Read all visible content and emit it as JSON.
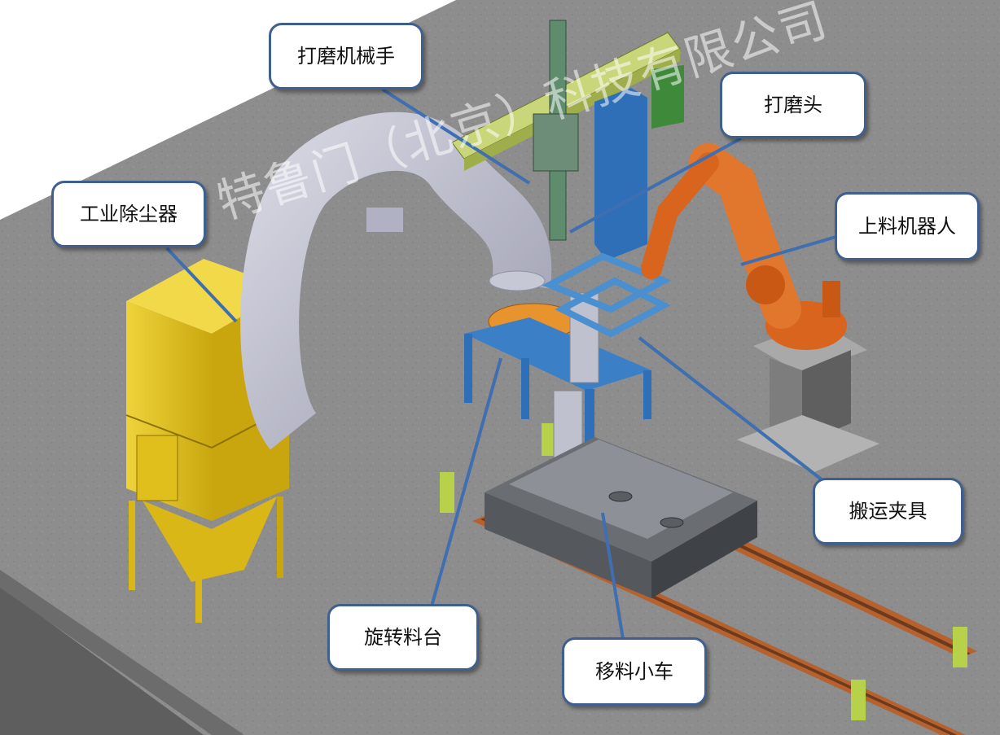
{
  "labels": {
    "grinding_arm": "打磨机械手",
    "grinding_head": "打磨头",
    "dust_collector": "工业除尘器",
    "loading_robot": "上料机器人",
    "transfer_fixture": "搬运夹具",
    "rotary_table": "旋转料台",
    "transfer_cart": "移料小车"
  },
  "watermark": "特鲁门（北京）科技有限公司",
  "colors": {
    "floor": "#8f8f8f",
    "callout_border": "#3f5f8f",
    "dust_collector": "#e3c21a",
    "pipe": "#b9bac8",
    "robot": "#d9641e",
    "frame_blue": "#2f6fb7",
    "rail_green": "#c9d67a",
    "rail_track": "#b5622f"
  }
}
